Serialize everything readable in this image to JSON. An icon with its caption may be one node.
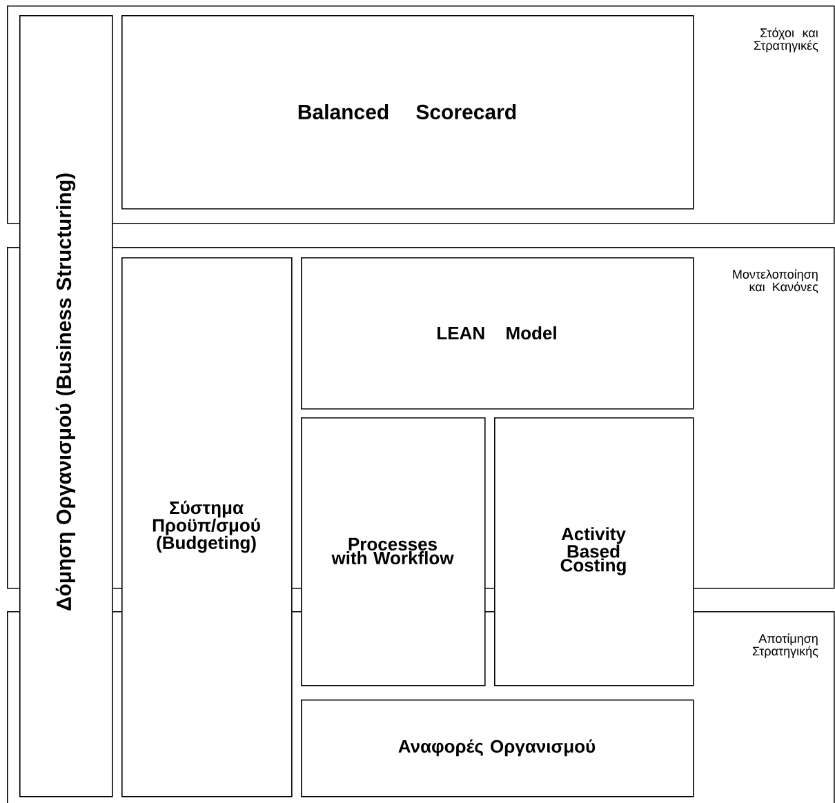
{
  "diagram": {
    "nodes": [
      {
        "text": [
          "Στόχοι και Στρατηγικές"
        ]
      },
      {
        "text": [
          "Balanced Scorecard"
        ],
        "in": 0
      },
      {
        "text": [
          "Δόμηση Οργανισμού (Business Structuring)"
        ]
      },
      {
        "text": [
          "Μοντελοποίηση και Κανόνες"
        ]
      },
      {
        "text": [
          "Σύστημα Προϋπ/σμού (Budgeting)"
        ]
      },
      {
        "text": [
          "LEAN Model"
        ],
        "in": 3
      },
      {
        "text": [
          "Processes with Workflow"
        ]
      },
      {
        "text": [
          "Activity Based Costing"
        ]
      },
      {
        "text": [
          "Αποτίμηση Στρατηγικής"
        ]
      },
      {
        "text": [
          "Αναφορές Οργανισμού"
        ],
        "in": 8
      }
    ],
    "edges": []
  }
}
